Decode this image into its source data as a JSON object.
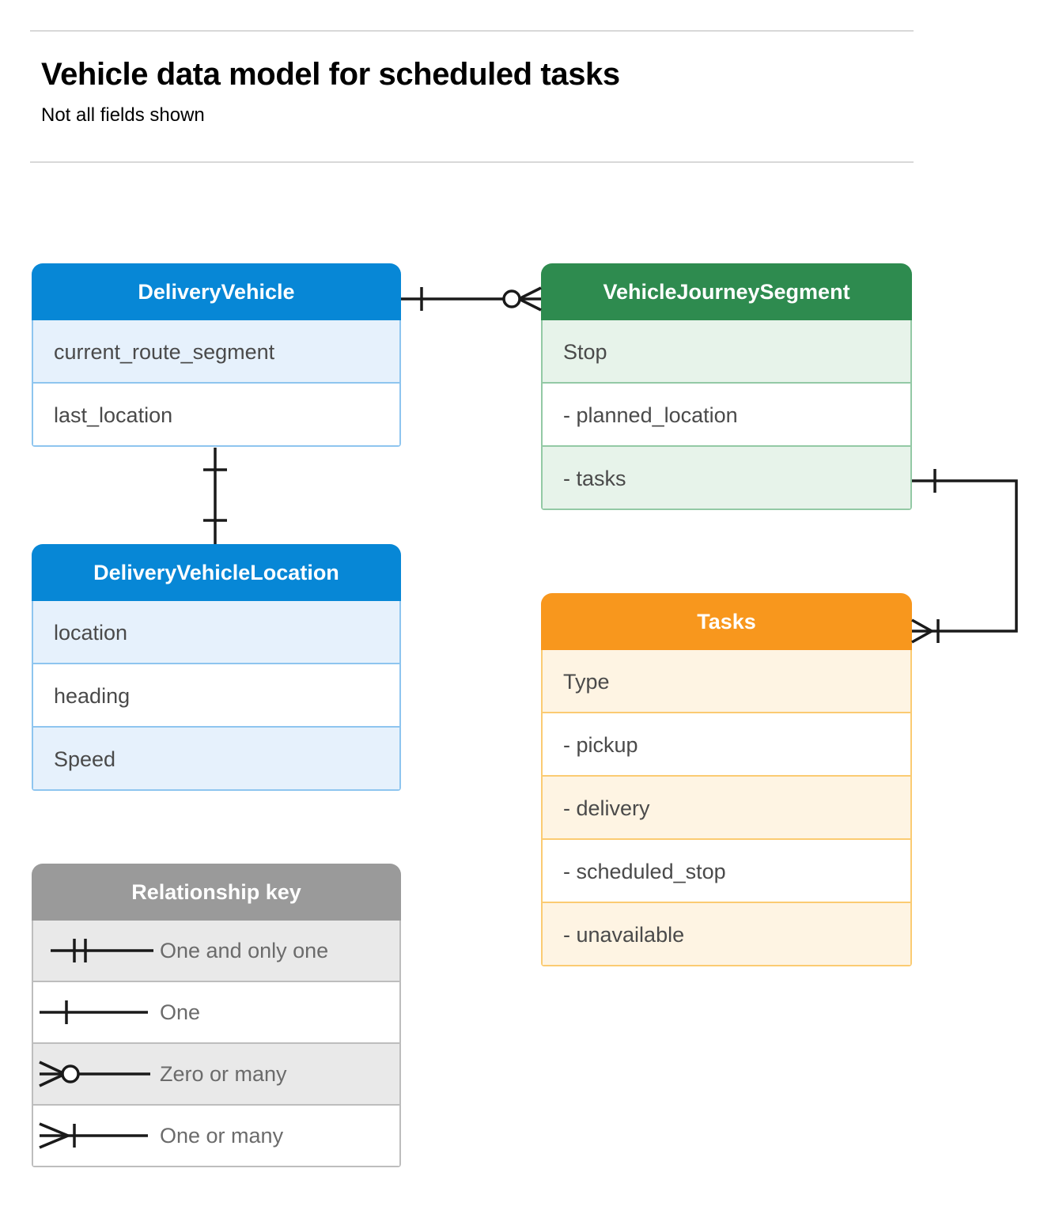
{
  "header": {
    "title": "Vehicle data model for scheduled tasks",
    "subtitle": "Not all fields shown"
  },
  "colors": {
    "blue": "#0787d6",
    "blue_row": "#e6f1fc",
    "blue_border": "#8ec5ef",
    "green": "#2e8b4f",
    "green_row": "#e7f3ea",
    "green_border": "#93c9a5",
    "orange": "#f8971d",
    "orange_row": "#fef4e3",
    "orange_border": "#fbcb72",
    "gray": "#9a9a9a",
    "gray_row": "#e9e9e9",
    "gray_border": "#bdbdbd",
    "text": "#4a4a4a",
    "legend_text": "#6b6b6b",
    "connector": "#1a1a1a",
    "rule": "#d8d8d8"
  },
  "entities": {
    "delivery_vehicle": {
      "title": "DeliveryVehicle",
      "rows": [
        {
          "label": "current_route_segment"
        },
        {
          "label": "last_location"
        }
      ]
    },
    "delivery_vehicle_location": {
      "title": "DeliveryVehicleLocation",
      "rows": [
        {
          "label": "location"
        },
        {
          "label": "heading"
        },
        {
          "label": "Speed"
        }
      ]
    },
    "vehicle_journey_segment": {
      "title": "VehicleJourneySegment",
      "rows": [
        {
          "label": "Stop"
        },
        {
          "label": "-  planned_location"
        },
        {
          "label": "- tasks"
        }
      ]
    },
    "tasks": {
      "title": "Tasks",
      "rows": [
        {
          "label": "Type"
        },
        {
          "label": "-  pickup"
        },
        {
          "label": "-  delivery"
        },
        {
          "label": "-  scheduled_stop"
        },
        {
          "label": "-  unavailable"
        }
      ]
    }
  },
  "legend": {
    "title": "Relationship key",
    "rows": [
      {
        "symbol": "one-and-only-one",
        "label": "One and only one"
      },
      {
        "symbol": "one",
        "label": "One"
      },
      {
        "symbol": "zero-or-many",
        "label": "Zero or many"
      },
      {
        "symbol": "one-or-many",
        "label": "One or many"
      }
    ]
  },
  "relationships": [
    {
      "name": "delivery-vehicle-to-journey-segment",
      "from": "DeliveryVehicle",
      "to": "VehicleJourneySegment",
      "from_cardinality": "one",
      "to_cardinality": "zero-or-many"
    },
    {
      "name": "delivery-vehicle-to-vehicle-location",
      "from": "DeliveryVehicle",
      "to": "DeliveryVehicleLocation",
      "from_cardinality": "one",
      "to_cardinality": "one"
    },
    {
      "name": "journey-segment-tasks-to-tasks",
      "from": "VehicleJourneySegment.tasks",
      "to": "Tasks",
      "from_cardinality": "one",
      "to_cardinality": "one-or-many"
    }
  ]
}
